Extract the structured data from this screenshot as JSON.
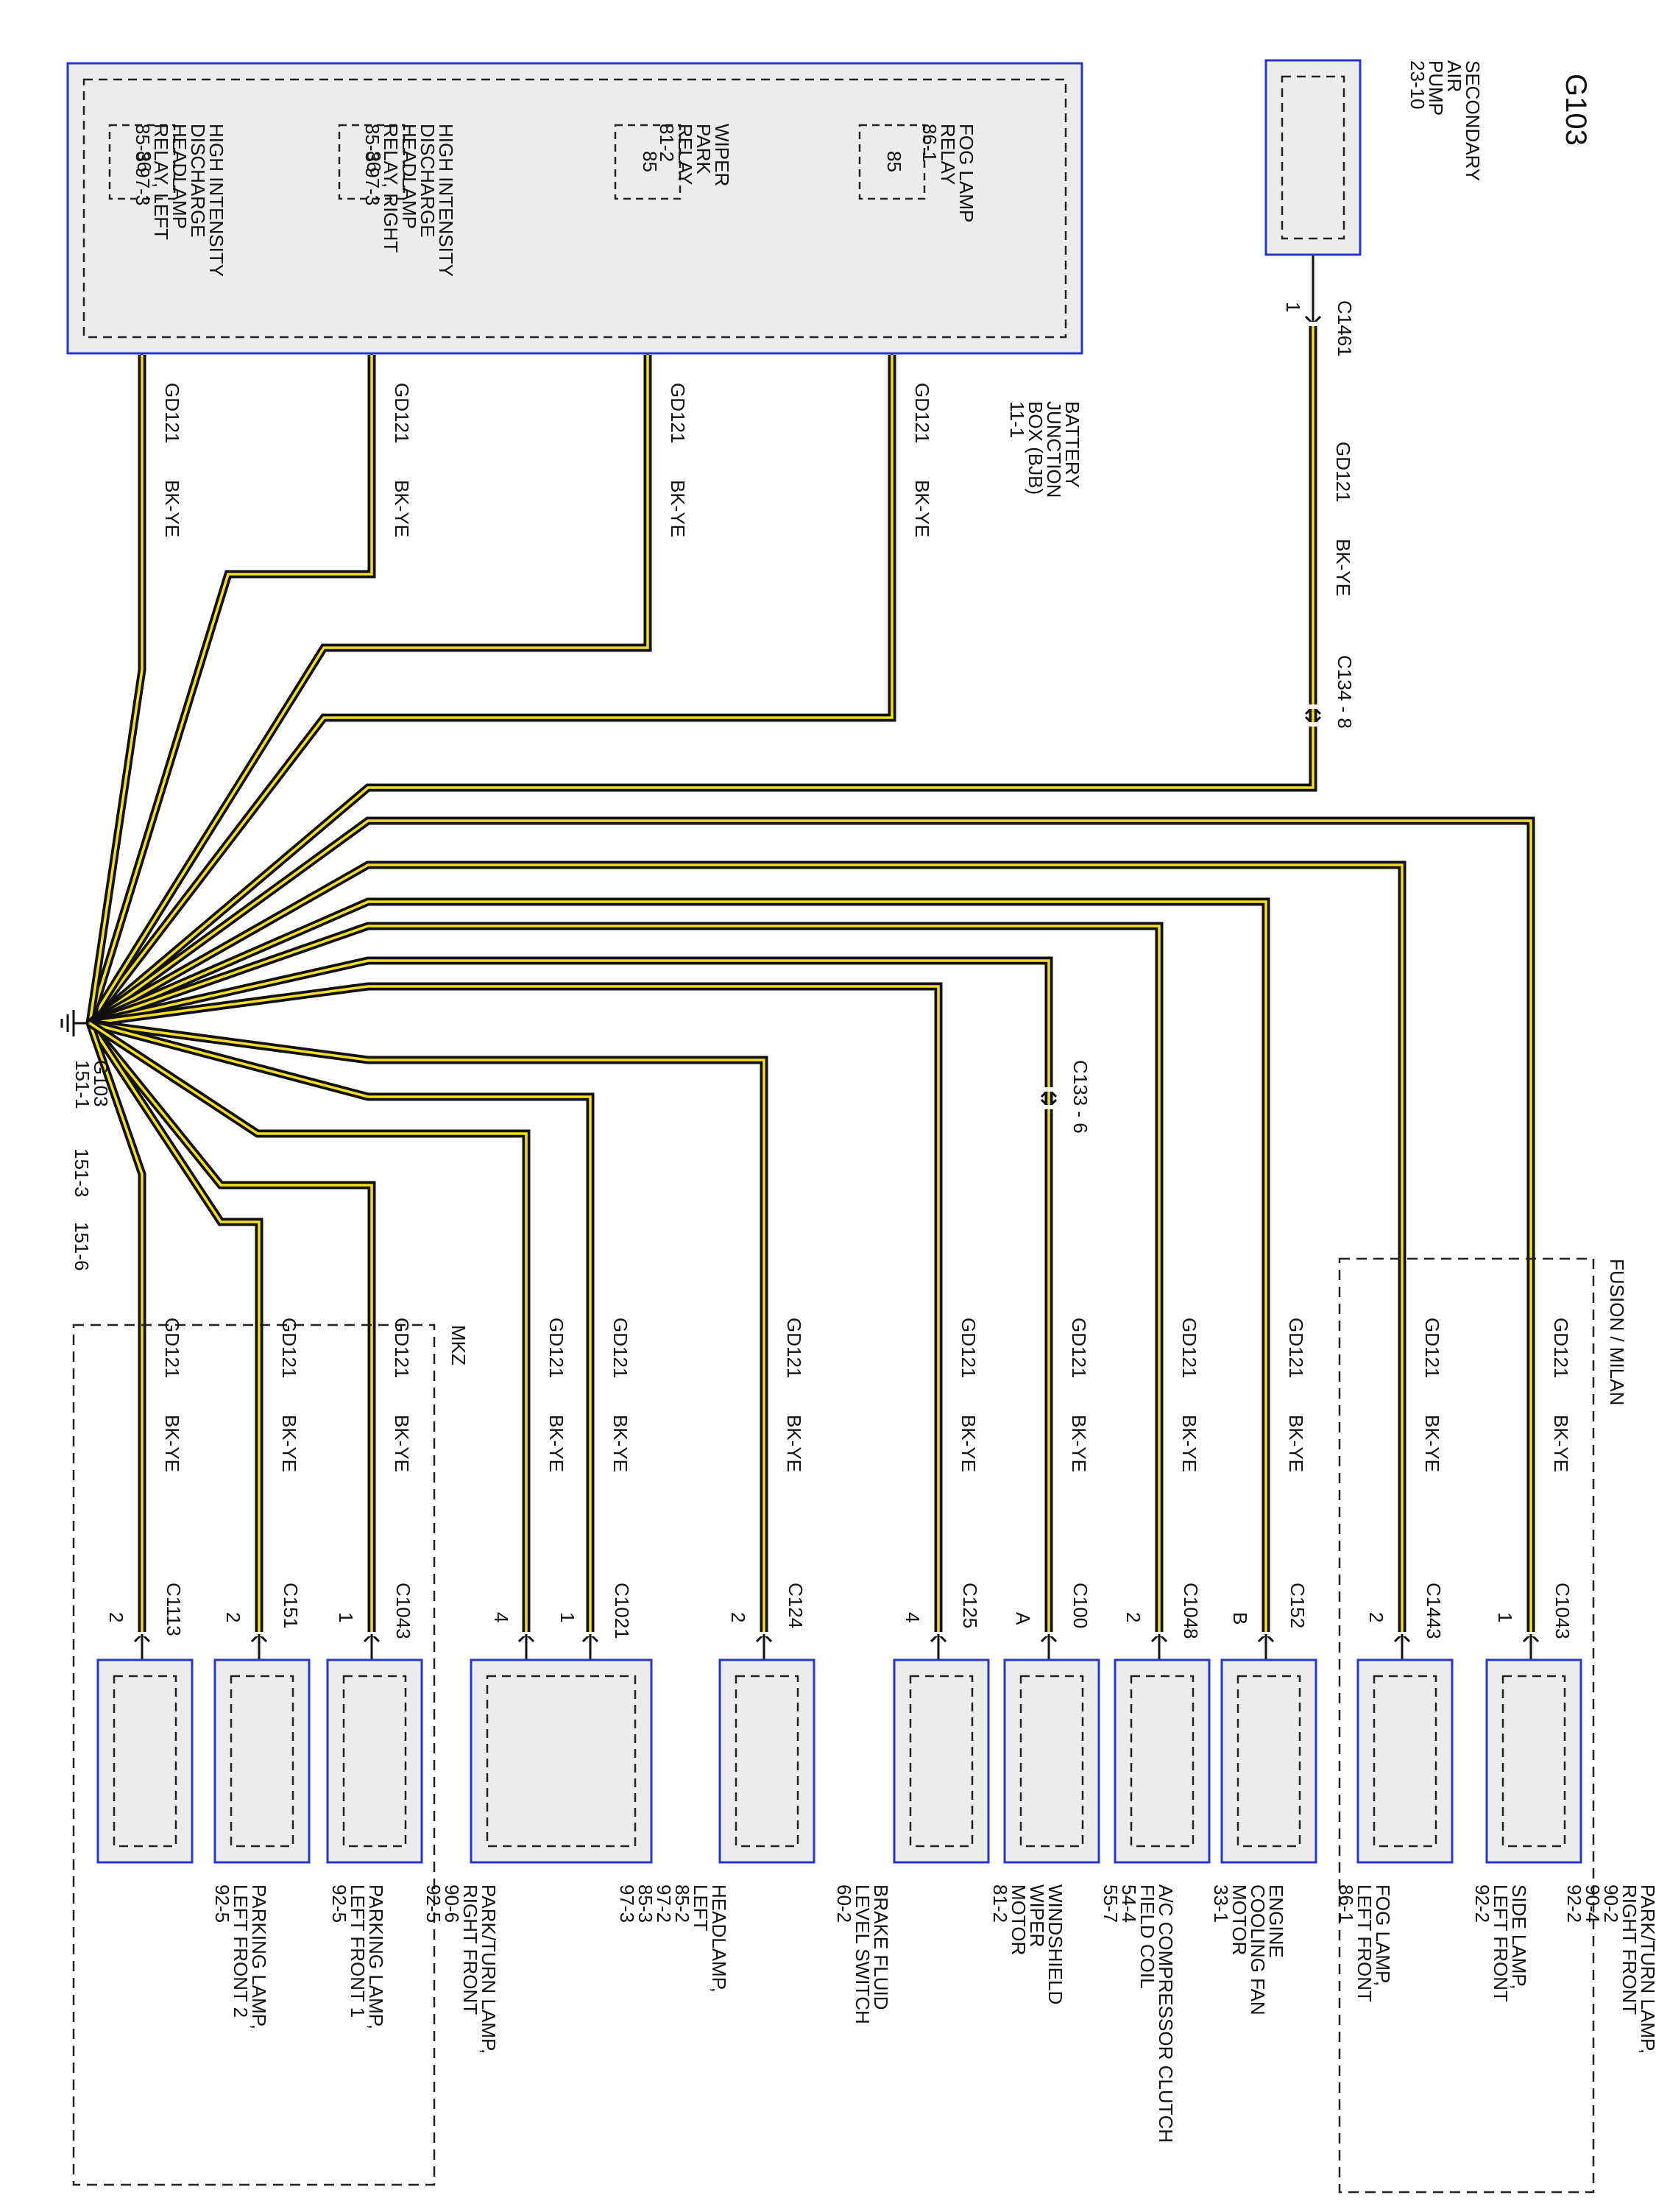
{
  "page": {
    "title": "G103"
  },
  "colors": {
    "wire_outer": "#111111",
    "wire_inner": "#f2df1f",
    "component_border": "#2a35c9",
    "component_fill": "#ececec"
  },
  "bjb": {
    "name": [
      "BATTERY",
      "JUNCTION",
      "BOX (BJB)",
      "11-1"
    ],
    "relays": [
      {
        "id": "fog",
        "pin": "85",
        "label": [
          "FOG LAMP",
          "RELAY",
          "86-1"
        ]
      },
      {
        "id": "wiper",
        "pin": "85",
        "label": [
          "WIPER",
          "PARK",
          "RELAY",
          "81-2"
        ]
      },
      {
        "id": "hidr",
        "pin": "86",
        "label": [
          "HIGH INTENSITY",
          "DISCHARGE",
          "HEADLAMP",
          "RELAY, RIGHT",
          "85-3    97-3"
        ]
      },
      {
        "id": "hidl",
        "pin": "86",
        "label": [
          "HIGH INTENSITY",
          "DISCHARGE",
          "HEADLAMP",
          "RELAY, LEFT",
          "85-3    97-3"
        ]
      }
    ]
  },
  "secondary_air_pump": {
    "label": [
      "SECONDARY",
      "AIR",
      "PUMP",
      "23-10"
    ],
    "connector": "C1461",
    "pin": "1",
    "inline": "C134 - 8"
  },
  "ground": {
    "name": "G103",
    "refs": [
      "151-1",
      "151-3",
      "151-6"
    ]
  },
  "wire": {
    "circuit": "GD121",
    "color": "BK-YE"
  },
  "inline_c133": "C133 - 6",
  "groups": {
    "fusion": "FUSION / MILAN",
    "mkz": "MKZ"
  },
  "components": [
    {
      "id": "c1",
      "connector": "C1043",
      "pin": "1",
      "label": [
        "PARK/TURN LAMP,",
        "RIGHT FRONT",
        "90-2",
        "90-4",
        "92-2"
      ]
    },
    {
      "id": "c2",
      "connector": "C1443",
      "pin": "2",
      "label": [
        "SIDE LAMP,",
        "LEFT FRONT",
        "92-2"
      ]
    },
    {
      "id": "c3",
      "connector": "C152",
      "pin": "B",
      "label": [
        "FOG LAMP,",
        "LEFT FRONT",
        "86-1"
      ]
    },
    {
      "id": "c4",
      "connector": "C1048",
      "pin": "2",
      "label": [
        "ENGINE",
        "COOLING FAN",
        "MOTOR",
        "33-1"
      ]
    },
    {
      "id": "c5",
      "connector": "C100",
      "pin": "A",
      "label": [
        "A/C COMPRESSOR CLUTCH",
        "FIELD COIL",
        "54-4",
        "55-7"
      ]
    },
    {
      "id": "c6",
      "connector": "C125",
      "pin": "4",
      "label": [
        "WINDSHIELD",
        "WIPER",
        "MOTOR",
        "81-2"
      ]
    },
    {
      "id": "c7",
      "connector": "C124",
      "pin": "2",
      "label": [
        "BRAKE FLUID",
        "LEVEL SWITCH",
        "60-2"
      ]
    },
    {
      "id": "c8",
      "connector": "C1021",
      "pins": [
        "1",
        "4"
      ],
      "label": [
        "HEADLAMP,",
        "LEFT",
        "85-2",
        "97-2",
        "85-3",
        "97-3"
      ]
    },
    {
      "id": "c9",
      "connector": "C1043",
      "pin": "1",
      "label": [
        "PARK/TURN LAMP,",
        "RIGHT FRONT",
        "90-6",
        "92-5"
      ]
    },
    {
      "id": "c10",
      "connector": "C151",
      "pin": "2",
      "label": [
        "PARKING LAMP,",
        "LEFT FRONT 1",
        "92-5"
      ]
    },
    {
      "id": "c11",
      "connector": "C1113",
      "pin": "2",
      "label": [
        "PARKING LAMP,",
        "LEFT FRONT 2",
        "92-5"
      ]
    }
  ]
}
